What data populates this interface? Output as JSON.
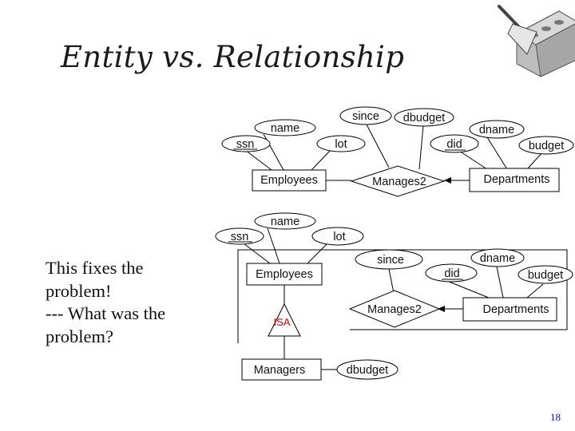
{
  "slide": {
    "title": "Entity vs. Relationship",
    "body_lines": [
      "This fixes the",
      "problem!",
      "--- What was the",
      "problem?"
    ],
    "page_number": "18"
  },
  "logo": {
    "icon": "trowel-and-brick-icon"
  },
  "diagram_top": {
    "since": "since",
    "dbudget": "dbudget",
    "name": "name",
    "ssn": "ssn",
    "lot": "lot",
    "did": "did",
    "dname": "dname",
    "budget": "budget",
    "employees": "Employees",
    "manages2": "Manages2",
    "departments": "Departments"
  },
  "diagram_bottom": {
    "name": "name",
    "ssn": "ssn",
    "lot": "lot",
    "since": "since",
    "did": "did",
    "dname": "dname",
    "budget": "budget",
    "employees": "Employees",
    "manages2": "Manages2",
    "departments": "Departments",
    "isa": "ISA",
    "isa_color": "#cc0000",
    "managers": "Managers",
    "dbudget": "dbudget"
  }
}
